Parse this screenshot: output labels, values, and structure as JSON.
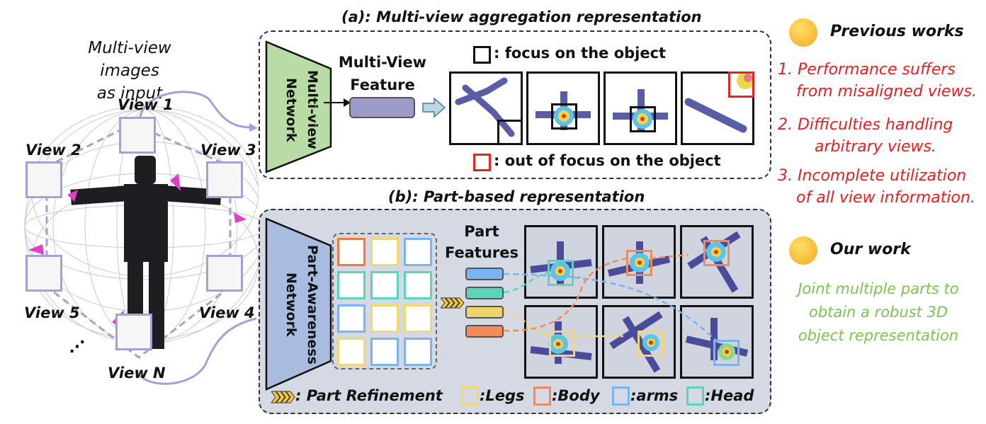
{
  "left": {
    "caption_line1": "Multi-view images",
    "caption_line2": "as input",
    "views": [
      "View 1",
      "View 2",
      "View 3",
      "View 4",
      "View 5",
      "View N"
    ],
    "ellipsis": "⋰"
  },
  "panel_a": {
    "title": "(a): Multi-view aggregation representation",
    "network_label_line1": "Multi-view",
    "network_label_line2": "Network",
    "feature_label_line1": "Multi-View",
    "feature_label_line2": "Feature",
    "legend_focus": ": focus on the object",
    "legend_out_of_focus": ": out of focus on the object"
  },
  "panel_b": {
    "title": "(b): Part-based representation",
    "network_label_line1": "Part-Awareness",
    "network_label_line2": "Network",
    "features_label_line1": "Part",
    "features_label_line2": "Features",
    "legend": {
      "refinement": ": Part Refinement",
      "legs": ":Legs",
      "body": ":Body",
      "arms": ":arms",
      "head": ":Head"
    }
  },
  "colors": {
    "legs": "#f5d76e",
    "body": "#f08c5a",
    "arms": "#7ab4ee",
    "head": "#5dd3bc",
    "multi_view_network": "#b9dba5",
    "part_network": "#a9bce0",
    "feature_bar": "#9b9bc8",
    "red_text": "#ee1c1c",
    "green_text": "#7cc44f",
    "view_frame": "#a2a2d6"
  },
  "right": {
    "previous_title": "Previous works",
    "previous_items": [
      {
        "line1": "1. Performance suffers",
        "line2": "from misaligned views."
      },
      {
        "line1": "2. Difficulties handling",
        "line2": "arbitrary views."
      },
      {
        "line1": "3. Incomplete utilization",
        "line2": "of all view information."
      }
    ],
    "our_title": "Our work",
    "our_lines": [
      "Joint multiple parts to",
      "obtain a robust 3D",
      "object representation"
    ]
  }
}
